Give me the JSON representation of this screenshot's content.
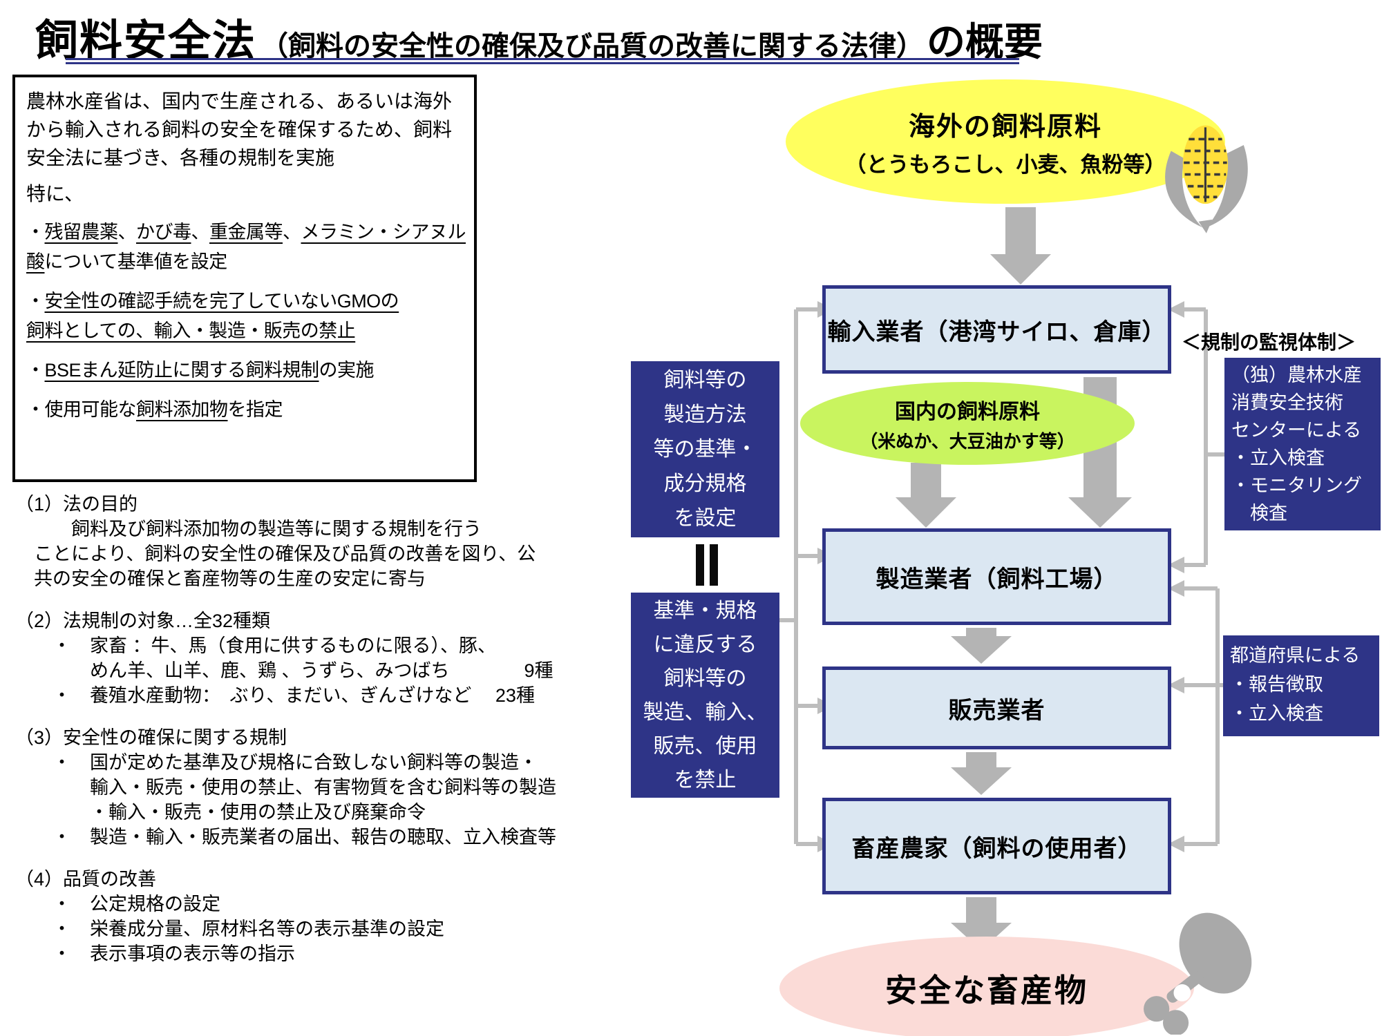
{
  "colors": {
    "navy": "#2e3487",
    "flow_box_fill": "#dbe7f2",
    "overseas_yellow": "#ffff5e",
    "domestic_green": "#c9f45f",
    "product_pink": "#fbdbd7",
    "arrow_gray": "#b4b4b4",
    "icon_gray": "#a9a9a9",
    "text_black": "#000000",
    "white": "#ffffff"
  },
  "title": {
    "main": "飼料安全法",
    "subtitle": "（飼料の安全性の確保及び品質の改善に関する法律）",
    "suffix": "の概要"
  },
  "intro": {
    "paragraph": "農林水産省は、国内で生産される、あるいは海外\nから輸入される飼料の安全を確保するため、飼料\n安全法に基づき、各種の規制を実施",
    "emphasis": "特に、",
    "bullets": [
      [
        {
          "t": "・"
        },
        {
          "t": "残留農薬",
          "u": true
        },
        {
          "t": "、"
        },
        {
          "t": "かび毒",
          "u": true
        },
        {
          "t": "、"
        },
        {
          "t": "重金属等",
          "u": true
        },
        {
          "t": "、"
        },
        {
          "t": "メラミン・シアヌル\n酸",
          "u": true
        },
        {
          "t": "について基準値を設定"
        }
      ],
      [
        {
          "t": "・"
        },
        {
          "t": "安全性の確認手続を完了していないGMOの\n飼料としての、輸入・製造・販売の禁止",
          "u": true
        }
      ],
      [
        {
          "t": "・"
        },
        {
          "t": "BSEまん延防止に関する飼料規制",
          "u": true
        },
        {
          "t": "の実施"
        }
      ],
      [
        {
          "t": "・"
        },
        {
          "t": "使用可能な"
        },
        {
          "t": "飼料添加物",
          "u": true
        },
        {
          "t": "を指定"
        }
      ]
    ]
  },
  "left_sections": [
    {
      "lines": [
        "（1）法の目的",
        "　　　飼料及び飼料添加物の製造等に関する規制を行う",
        "　ことにより、飼料の安全性の確保及び品質の改善を図り、公",
        "　共の安全の確保と畜産物等の生産の安定に寄与"
      ]
    },
    {
      "lines": [
        "（2）法規制の対象…全32種類",
        "　　・　家畜 ：牛、馬（食用に供するものに限る）、豚、",
        "　　　　めん羊、山羊、鹿、鶏 、うずら、みつばち　　　　9種",
        "　　・　養殖水産動物：　ぶり、まだい、ぎんざけなど　 23種"
      ]
    },
    {
      "lines": [
        "（3）安全性の確保に関する規制",
        "　　・　国が定めた基準及び規格に合致しない飼料等の製造・",
        "　　　　輸入・販売・使用の禁止、有害物質を含む飼料等の製造",
        "　　　　・輸入・販売・使用の禁止及び廃棄命令",
        "　　・　製造・輸入・販売業者の届出、報告の聴取、立入検査等"
      ]
    },
    {
      "lines": [
        "（4）品質の改善",
        "　　・　公定規格の設定",
        "　　・　栄養成分量、原材料名等の表示基準の設定",
        "　　・　表示事項の表示等の指示"
      ]
    }
  ],
  "middle": {
    "standards_box_lines": [
      "飼料等の",
      "製造方法",
      "等の基準・",
      "成分規格",
      "を設定"
    ],
    "violation_box_lines": [
      "基準・規格",
      "に違反する",
      "飼料等の",
      "製造、輸入、",
      "販売、使用",
      "を禁止"
    ]
  },
  "flow": {
    "overseas_title": "海外の飼料原料",
    "overseas_subtitle": "（とうもろこし、小麦、魚粉等）",
    "domestic_title": "国内の飼料原料",
    "domestic_subtitle": "（米ぬか、大豆油かす等）",
    "importer": "輸入業者（港湾サイロ、倉庫）",
    "manufacturer": "製造業者（飼料工場）",
    "seller": "販売業者",
    "farmer": "畜産農家（飼料の使用者）",
    "product": "安全な畜産物"
  },
  "monitoring": {
    "heading": "＜規制の監視体制＞",
    "famic_lines": [
      "（独）農林水産",
      "消費安全技術",
      "センターによる",
      "・立入検査",
      "・モニタリング",
      "　検査"
    ],
    "prefecture_lines": [
      "都道府県による",
      "・報告徴取",
      "・立入検査"
    ]
  }
}
